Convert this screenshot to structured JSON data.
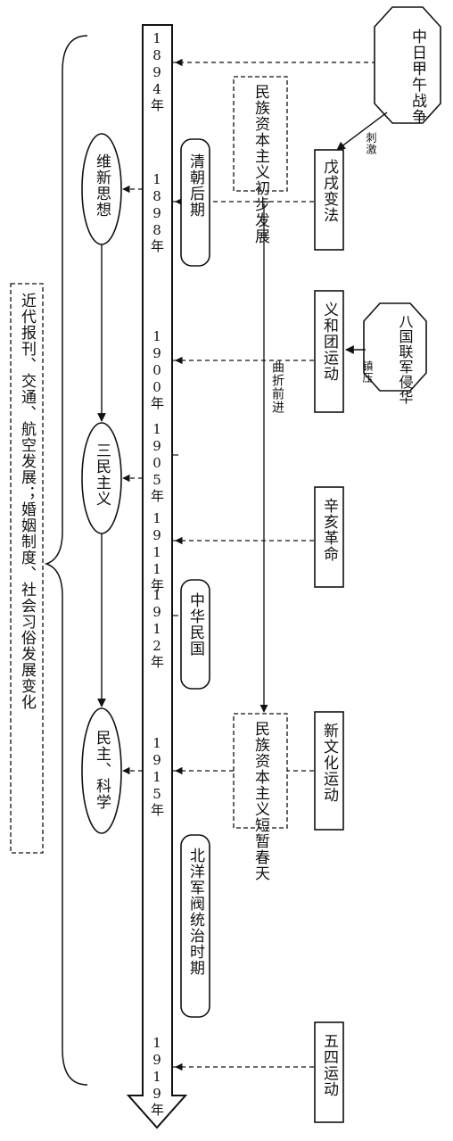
{
  "timeline": {
    "years": [
      "1894年",
      "1898年",
      "1900年",
      "1905年",
      "1911年",
      "1912年",
      "1915年",
      "1919年"
    ]
  },
  "events": {
    "sino_japanese_war": "中日甲午战争",
    "hundred_days_reform": "戊戌变法",
    "eight_nation_alliance": "八国联军侵华",
    "boxer_movement": "义和团运动",
    "xinhai_revolution": "辛亥革命",
    "new_culture_movement": "新文化运动",
    "may_fourth_movement": "五四运动"
  },
  "economy": {
    "initial_development": "民族资本主义初步发展",
    "brief_spring": "民族资本主义短暂春天",
    "tortuous_progress": "曲折前进"
  },
  "periods": {
    "late_qing": "清朝后期",
    "republic_of_china": "中华民国",
    "beiyang_warlords": "北洋军阀统治时期"
  },
  "ideas": {
    "reform_thought": "维新思想",
    "three_principles": "三民主义",
    "democracy_science": "民主、科学"
  },
  "relations": {
    "stimulate": "刺激",
    "suppress": "镇压"
  },
  "society": {
    "summary": "近代报刊、交通、航空发展；婚姻制度、社会习俗发展变化"
  }
}
